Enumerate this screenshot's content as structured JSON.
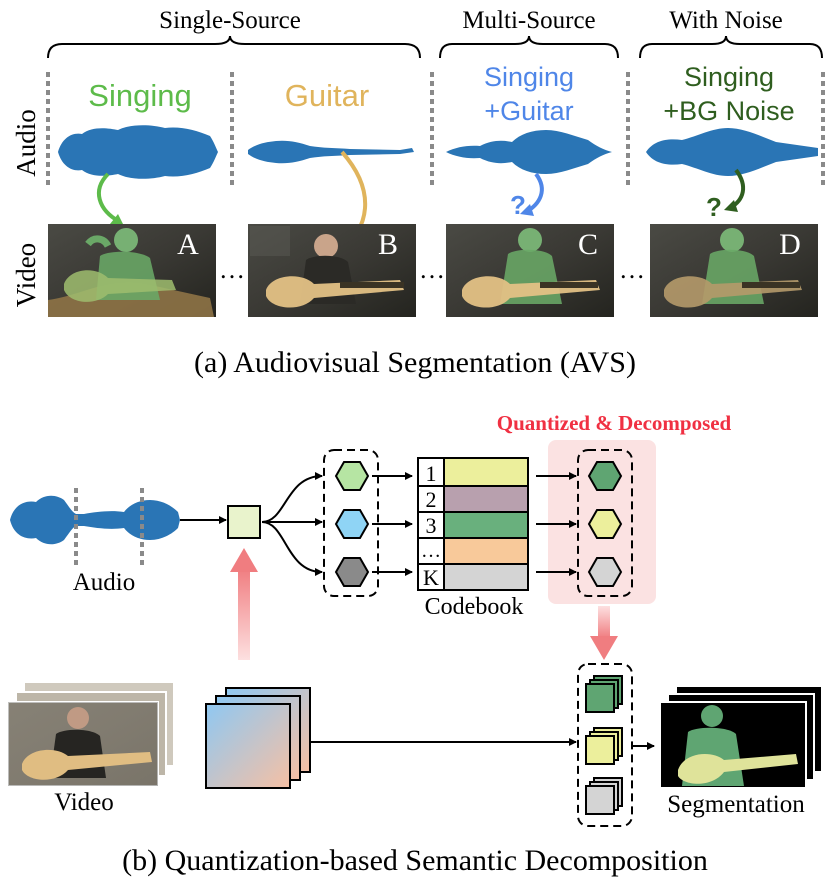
{
  "top": {
    "group_single": "Single-Source",
    "group_multi": "Multi-Source",
    "group_noise": "With Noise",
    "row_audio": "Audio",
    "row_video": "Video",
    "labels": {
      "singing": "Singing",
      "guitar": "Guitar",
      "multi_1": "Singing",
      "multi_2": "+Guitar",
      "noise_1": "Singing",
      "noise_2": "+BG Noise"
    },
    "frames": [
      "A",
      "B",
      "C",
      "D"
    ],
    "ellipsis": "…",
    "question": "?",
    "caption": "(a) Audiovisual Segmentation (AVS)",
    "colors": {
      "singing": "#5dbb4a",
      "guitar": "#e0b45c",
      "multi": "#4f86e8",
      "noise": "#2f5e1f",
      "waveform": "#2a75b5"
    }
  },
  "bottom": {
    "audio_label": "Audio",
    "video_label": "Video",
    "codebook_label": "Codebook",
    "codebook_indices": [
      "1",
      "2",
      "3",
      "…",
      "K"
    ],
    "codebook_colors": [
      "#ecef9c",
      "#b8a0ae",
      "#69b07d",
      "#f8c99a",
      "#d4d4d4"
    ],
    "quantized_title": "Quantized & Decomposed",
    "segmentation_label": "Segmentation",
    "caption": "(b) Quantization-based Semantic Decomposition",
    "colors": {
      "quantized_title": "#f03042",
      "highlight": "#fbe2e2"
    }
  }
}
